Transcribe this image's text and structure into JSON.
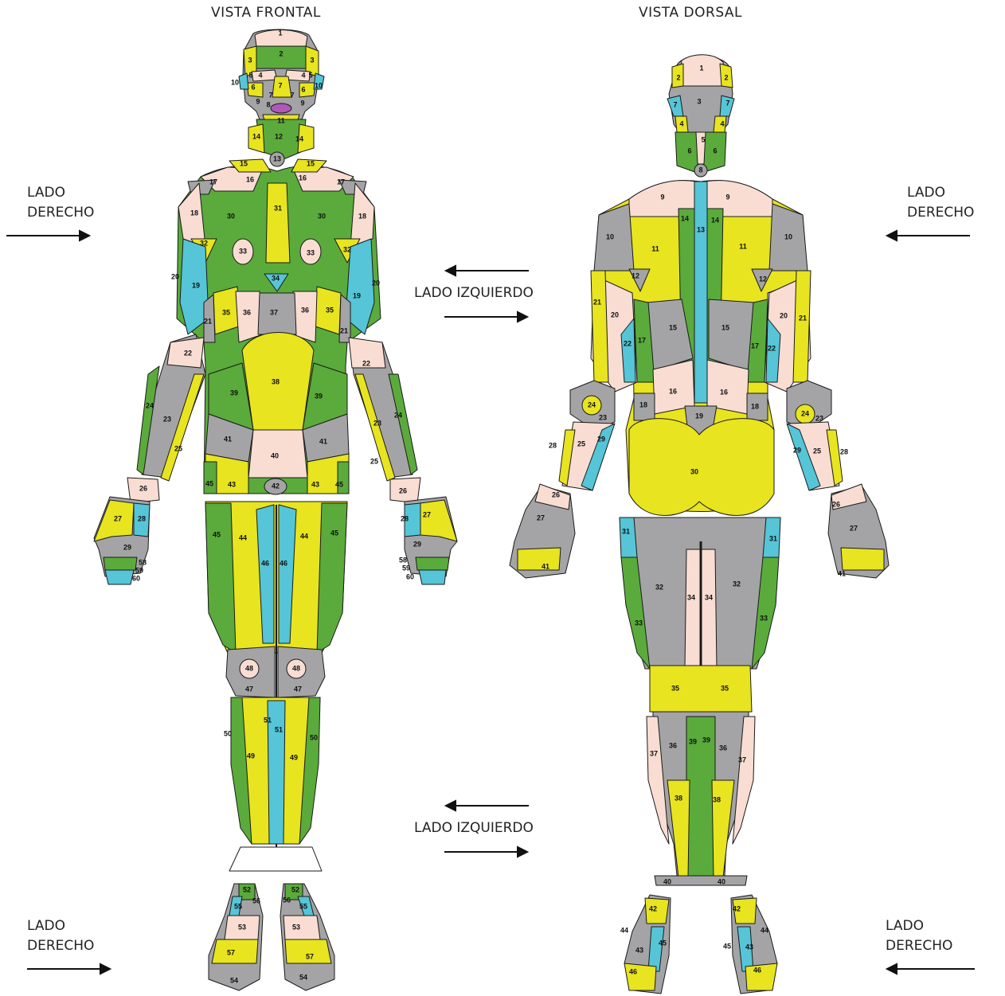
{
  "views": {
    "front_title": "VISTA FRONTAL",
    "back_title": "VISTA DORSAL"
  },
  "labels": {
    "right_side_line1": "LADO",
    "right_side_line2": "DERECHO",
    "left_side": "LADO IZQUIERDO"
  },
  "colors": {
    "green": "#5aab3b",
    "yellow": "#e8e41f",
    "gray": "#a4a4a6",
    "pink": "#f9ddd3",
    "cyan": "#55c5d7",
    "lip": "#b058b8",
    "outline": "#1a1a1a"
  },
  "front_regions": [
    "1",
    "2",
    "3",
    "4",
    "5",
    "6",
    "7",
    "8",
    "9",
    "10",
    "11",
    "12",
    "13",
    "14",
    "15",
    "16",
    "17",
    "18",
    "19",
    "20",
    "21",
    "22",
    "23",
    "24",
    "25",
    "26",
    "27",
    "28",
    "29",
    "30",
    "31",
    "32",
    "33",
    "34",
    "35",
    "36",
    "37",
    "38",
    "39",
    "40",
    "41",
    "42",
    "43",
    "44",
    "45",
    "46",
    "47",
    "48",
    "49",
    "50",
    "51",
    "52",
    "53",
    "54",
    "55",
    "56",
    "57",
    "58",
    "59",
    "60"
  ],
  "back_regions": [
    "1",
    "2",
    "3",
    "4",
    "5",
    "6",
    "7",
    "8",
    "9",
    "10",
    "11",
    "12",
    "13",
    "14",
    "15",
    "16",
    "17",
    "18",
    "19",
    "20",
    "21",
    "22",
    "23",
    "24",
    "25",
    "26",
    "27",
    "28",
    "29",
    "30",
    "31",
    "32",
    "33",
    "34",
    "35",
    "36",
    "37",
    "38",
    "39",
    "40",
    "41",
    "42",
    "43",
    "44",
    "45",
    "46"
  ]
}
